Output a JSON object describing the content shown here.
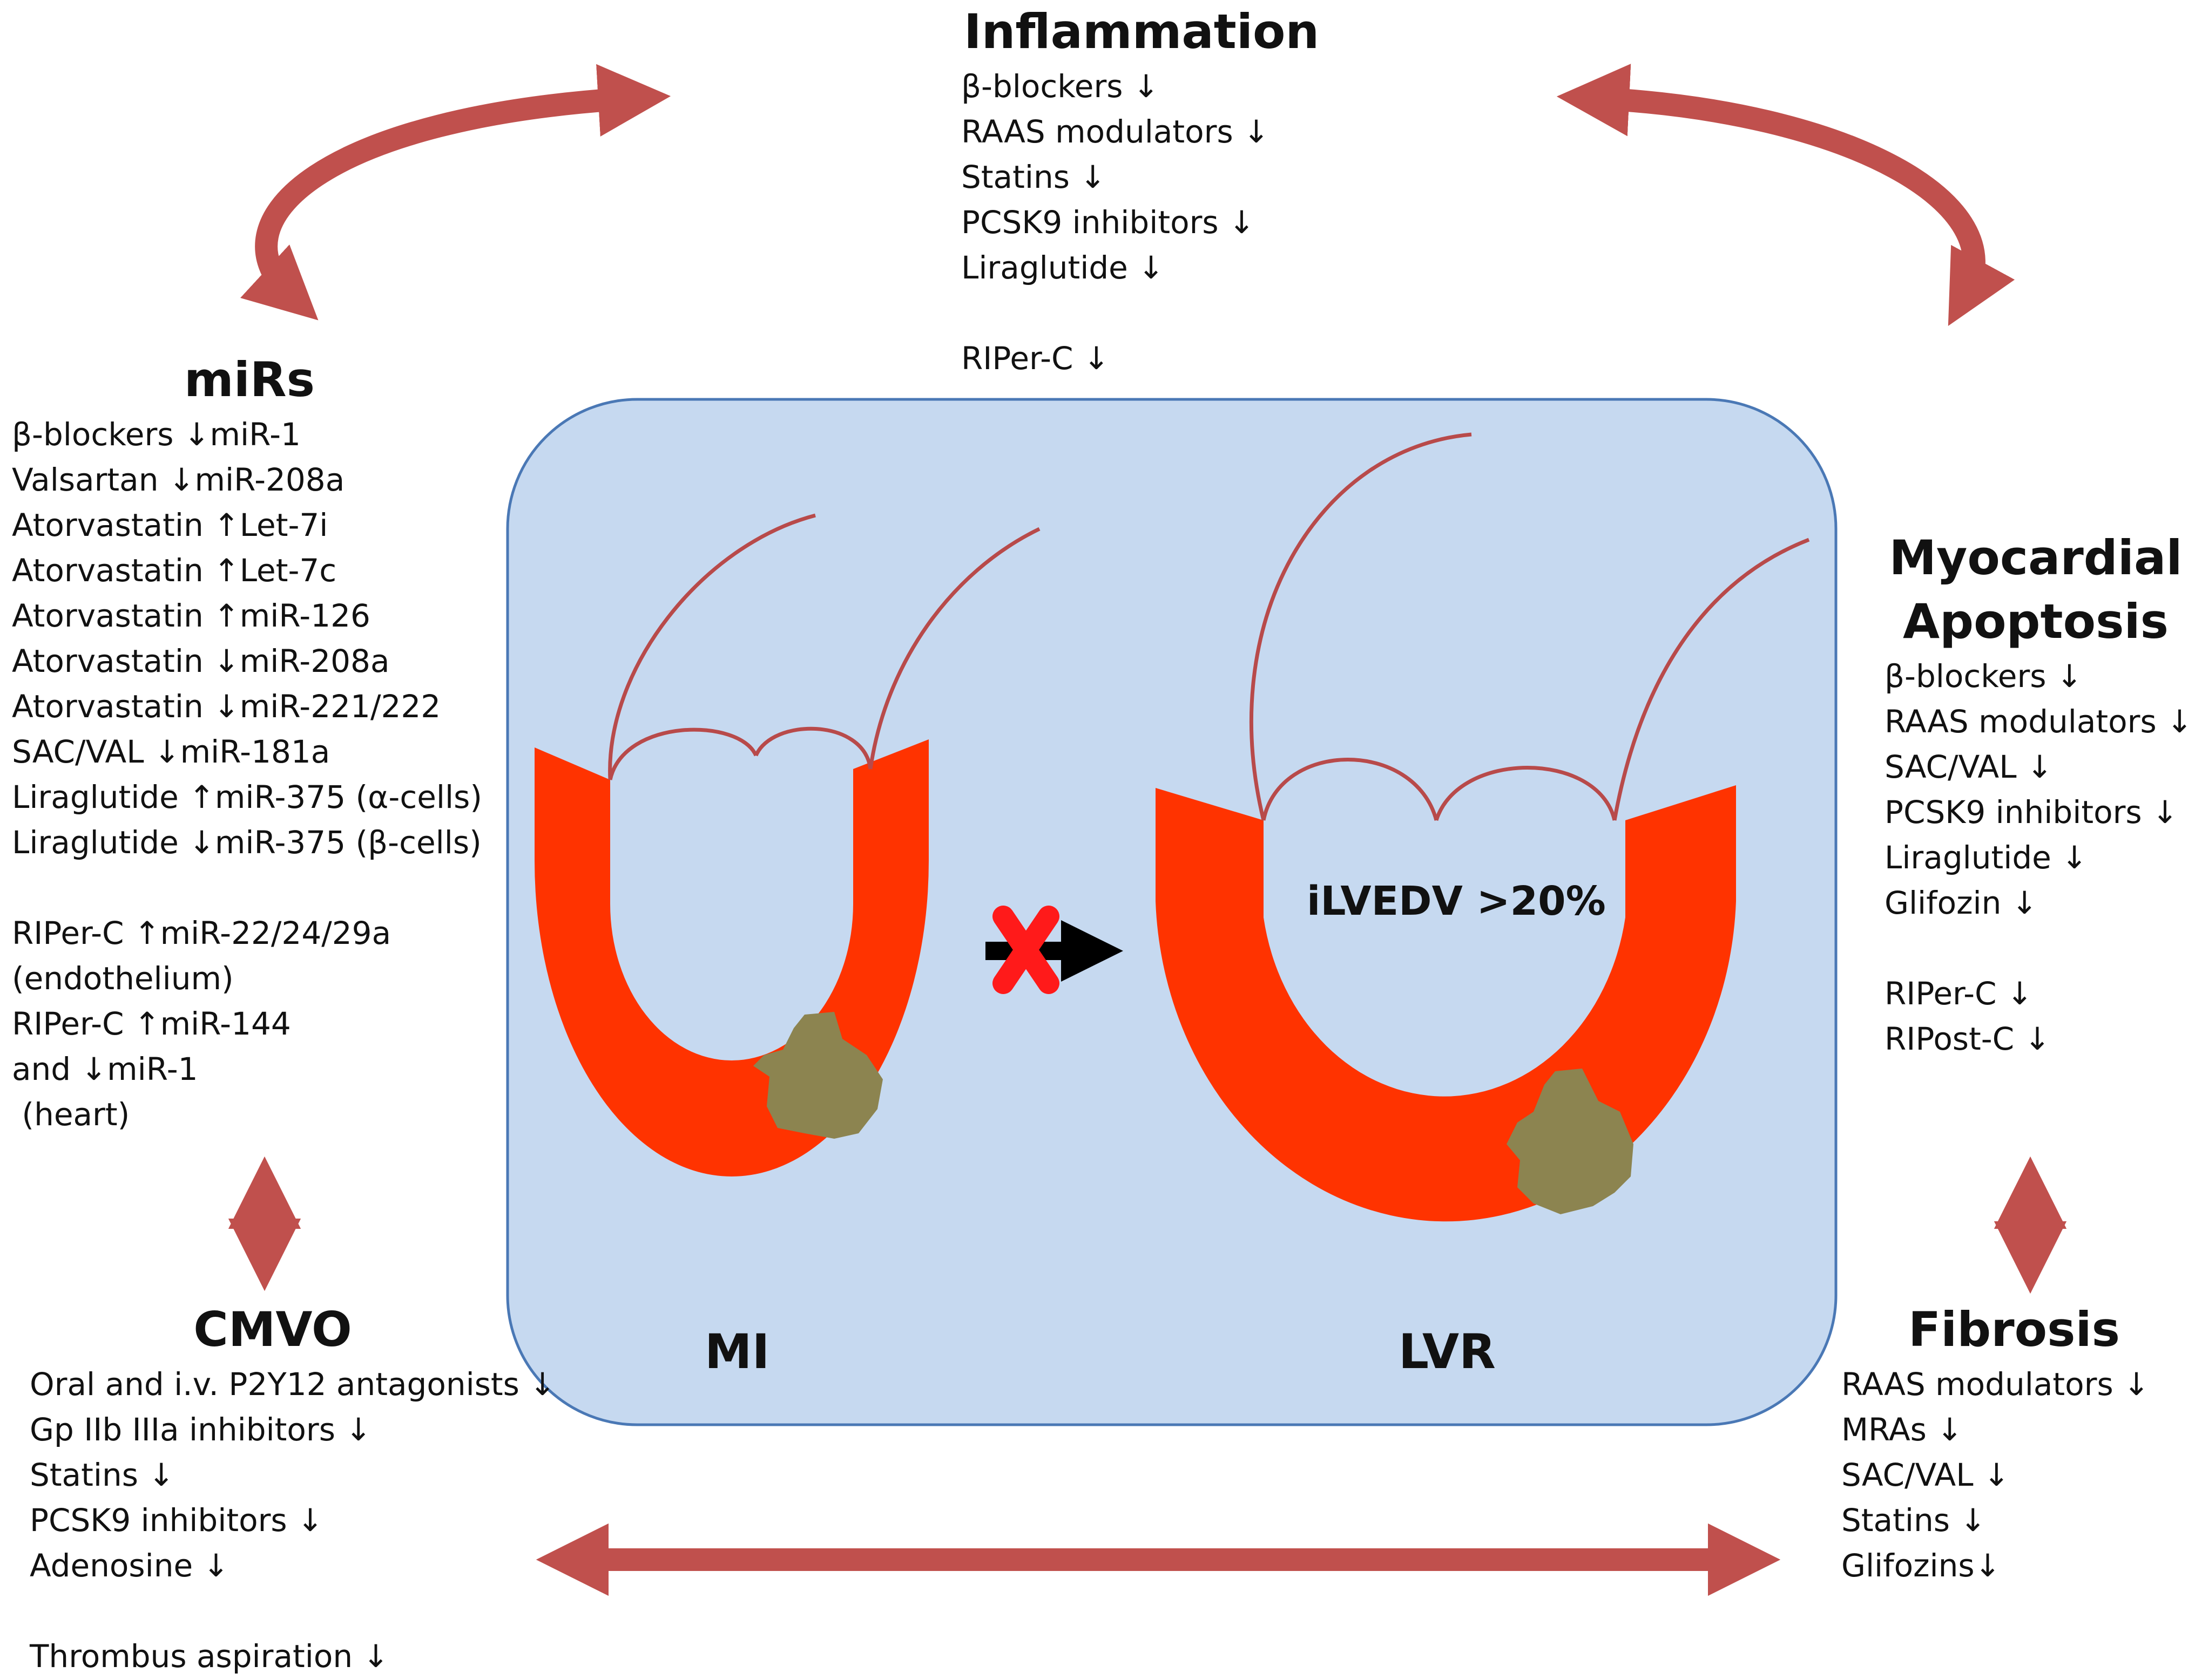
{
  "inflammation": {
    "title": "Inflammation",
    "items": [
      "β-blockers ↓",
      "RAAS modulators ↓",
      "Statins ↓",
      "PCSK9 inhibitors ↓",
      "Liraglutide ↓"
    ],
    "extra": [
      "RIPer-C ↓"
    ]
  },
  "mirs": {
    "title": "miRs",
    "items": [
      "β-blockers ↓miR-1",
      "Valsartan ↓miR-208a",
      "Atorvastatin ↑Let-7i",
      "Atorvastatin ↑Let-7c",
      "Atorvastatin ↑miR-126",
      "Atorvastatin ↓miR-208a",
      "Atorvastatin ↓miR-221/222",
      "SAC/VAL ↓miR-181a",
      "Liraglutide ↑miR-375 (α-cells)",
      "Liraglutide ↓miR-375 (β-cells)"
    ],
    "extra": [
      "RIPer-C ↑miR-22/24/29a",
      "(endothelium)",
      "RIPer-C ↑miR-144",
      "and ↓miR-1",
      " (heart)"
    ]
  },
  "apoptosis": {
    "title_line1": "Myocardial",
    "title_line2": "Apoptosis",
    "items": [
      "β-blockers ↓",
      "RAAS modulators ↓",
      "SAC/VAL ↓",
      "PCSK9 inhibitors ↓",
      "Liraglutide ↓",
      "Glifozin ↓"
    ],
    "extra": [
      "RIPer-C ↓",
      "RIPost-C ↓"
    ]
  },
  "cmvo": {
    "title": "CMVO",
    "items": [
      "Oral and i.v. P2Y12 antagonists ↓",
      "Gp IIb IIIa inhibitors ↓",
      "Statins ↓",
      "PCSK9 inhibitors ↓",
      "Adenosine ↓"
    ],
    "extra": [
      "Thrombus aspiration ↓"
    ]
  },
  "fibrosis": {
    "title": "Fibrosis",
    "items": [
      "RAAS modulators ↓",
      "MRAs ↓",
      "SAC/VAL ↓",
      "Statins ↓",
      "Glifozins↓"
    ]
  },
  "panel": {
    "mi_label": "MI",
    "lvr_label": "LVR",
    "lvr_annotation": "iLVEDV >20%"
  },
  "colors": {
    "panel_fill": "#c6d9f0",
    "panel_stroke": "#4a78b5",
    "myocardium": "#ff3300",
    "infarct": "#8c8450",
    "valve_line": "#b84a4a",
    "arrow": "#c0504d",
    "blocked_x": "#ff1a1a"
  }
}
